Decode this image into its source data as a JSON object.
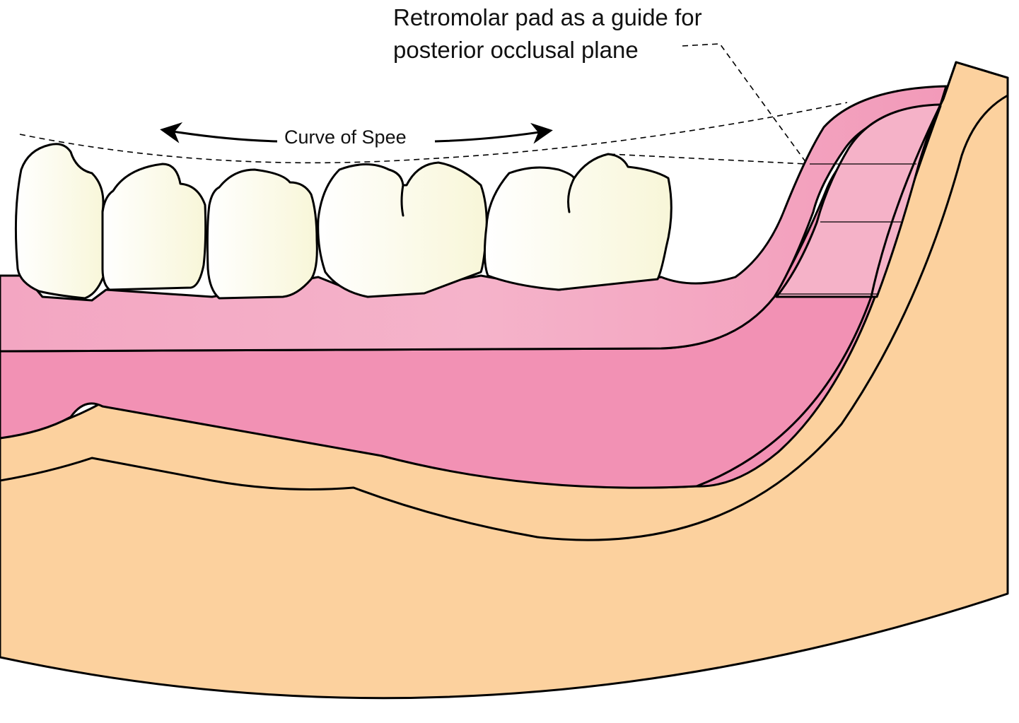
{
  "labels": {
    "retromolar_pad_line1": "Retromolar pad as a guide for",
    "retromolar_pad_line2": "posterior occlusal plane",
    "curve_of_spee": "Curve of Spee"
  },
  "colors": {
    "bone": "#FCD19E",
    "gingiva_dark": "#F291B4",
    "gingiva_light": "#F5AFC8",
    "retromolar_pad": "#F5B2C8",
    "tooth_light": "#FFFFFF",
    "tooth_shade": "#F8F6D8",
    "outline": "#000000"
  }
}
